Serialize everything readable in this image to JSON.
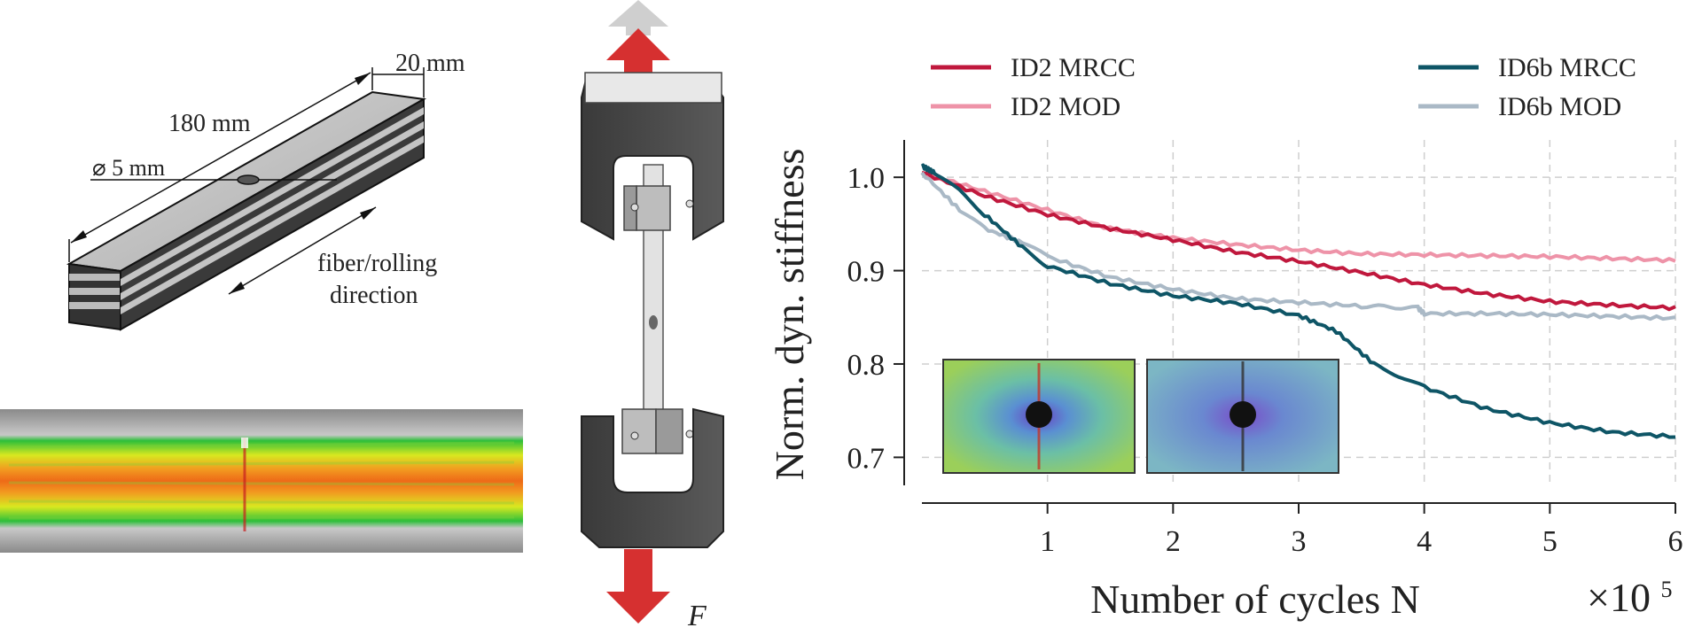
{
  "specimen": {
    "width_label": "20 mm",
    "length_label": "180 mm",
    "hole_label": "⌀ 5 mm",
    "direction_label_1": "fiber/rolling",
    "direction_label_2": "direction"
  },
  "test_rig": {
    "force_label": "F"
  },
  "colors": {
    "id2_mrcc": "#c0183d",
    "id2_mod": "#ee93a8",
    "id6b_mrcc": "#0e5566",
    "id6b_mod": "#aab9c6",
    "grip": "#4a4a4a",
    "arrow": "#d63030"
  },
  "chart_data": {
    "type": "line",
    "xlabel": "Number of cycles N",
    "x_multiplier_label": "×10",
    "x_multiplier_exp": "5",
    "ylabel": "Norm. dyn. stiffness",
    "xlim": [
      0,
      6
    ],
    "ylim": [
      0.67,
      1.04
    ],
    "xticks": [
      1,
      2,
      3,
      4,
      5,
      6
    ],
    "yticks": [
      0.7,
      0.8,
      0.9,
      1.0
    ],
    "xtick_labels": [
      "1",
      "2",
      "3",
      "4",
      "5",
      "6"
    ],
    "ytick_labels": [
      "0.7",
      "0.8",
      "0.9",
      "1.0"
    ],
    "grid": true,
    "legend_position": "top",
    "series": [
      {
        "name": "ID2 MRCC",
        "color": "#c0183d",
        "x": [
          0.0,
          0.5,
          1.0,
          1.5,
          2.0,
          2.5,
          3.0,
          3.5,
          4.0,
          4.5,
          5.0,
          5.5,
          6.0
        ],
        "y": [
          1.005,
          0.98,
          0.96,
          0.945,
          0.933,
          0.92,
          0.91,
          0.898,
          0.885,
          0.875,
          0.867,
          0.863,
          0.86
        ]
      },
      {
        "name": "ID2 MOD",
        "color": "#ee93a8",
        "x": [
          0.0,
          0.5,
          1.0,
          1.5,
          2.0,
          2.5,
          3.0,
          3.5,
          4.0,
          4.5,
          5.0,
          5.5,
          6.0
        ],
        "y": [
          1.005,
          0.985,
          0.965,
          0.945,
          0.935,
          0.928,
          0.922,
          0.918,
          0.917,
          0.916,
          0.915,
          0.913,
          0.911
        ]
      },
      {
        "name": "ID6b MRCC",
        "color": "#0e5566",
        "x": [
          0.0,
          0.1,
          0.3,
          0.5,
          0.8,
          1.0,
          1.5,
          2.0,
          2.5,
          3.0,
          3.3,
          3.6,
          4.0,
          4.5,
          5.0,
          5.5,
          6.0
        ],
        "y": [
          1.012,
          1.005,
          0.985,
          0.96,
          0.925,
          0.905,
          0.886,
          0.873,
          0.865,
          0.852,
          0.835,
          0.8,
          0.775,
          0.752,
          0.737,
          0.727,
          0.722
        ]
      },
      {
        "name": "ID6b MOD",
        "color": "#aab9c6",
        "x": [
          0.0,
          0.3,
          0.5,
          0.8,
          1.0,
          1.5,
          2.0,
          2.5,
          3.0,
          3.5,
          3.95,
          4.0,
          4.5,
          5.0,
          5.5,
          6.0
        ],
        "y": [
          1.005,
          0.965,
          0.945,
          0.93,
          0.915,
          0.893,
          0.88,
          0.87,
          0.866,
          0.862,
          0.86,
          0.854,
          0.854,
          0.853,
          0.851,
          0.849
        ]
      }
    ]
  }
}
